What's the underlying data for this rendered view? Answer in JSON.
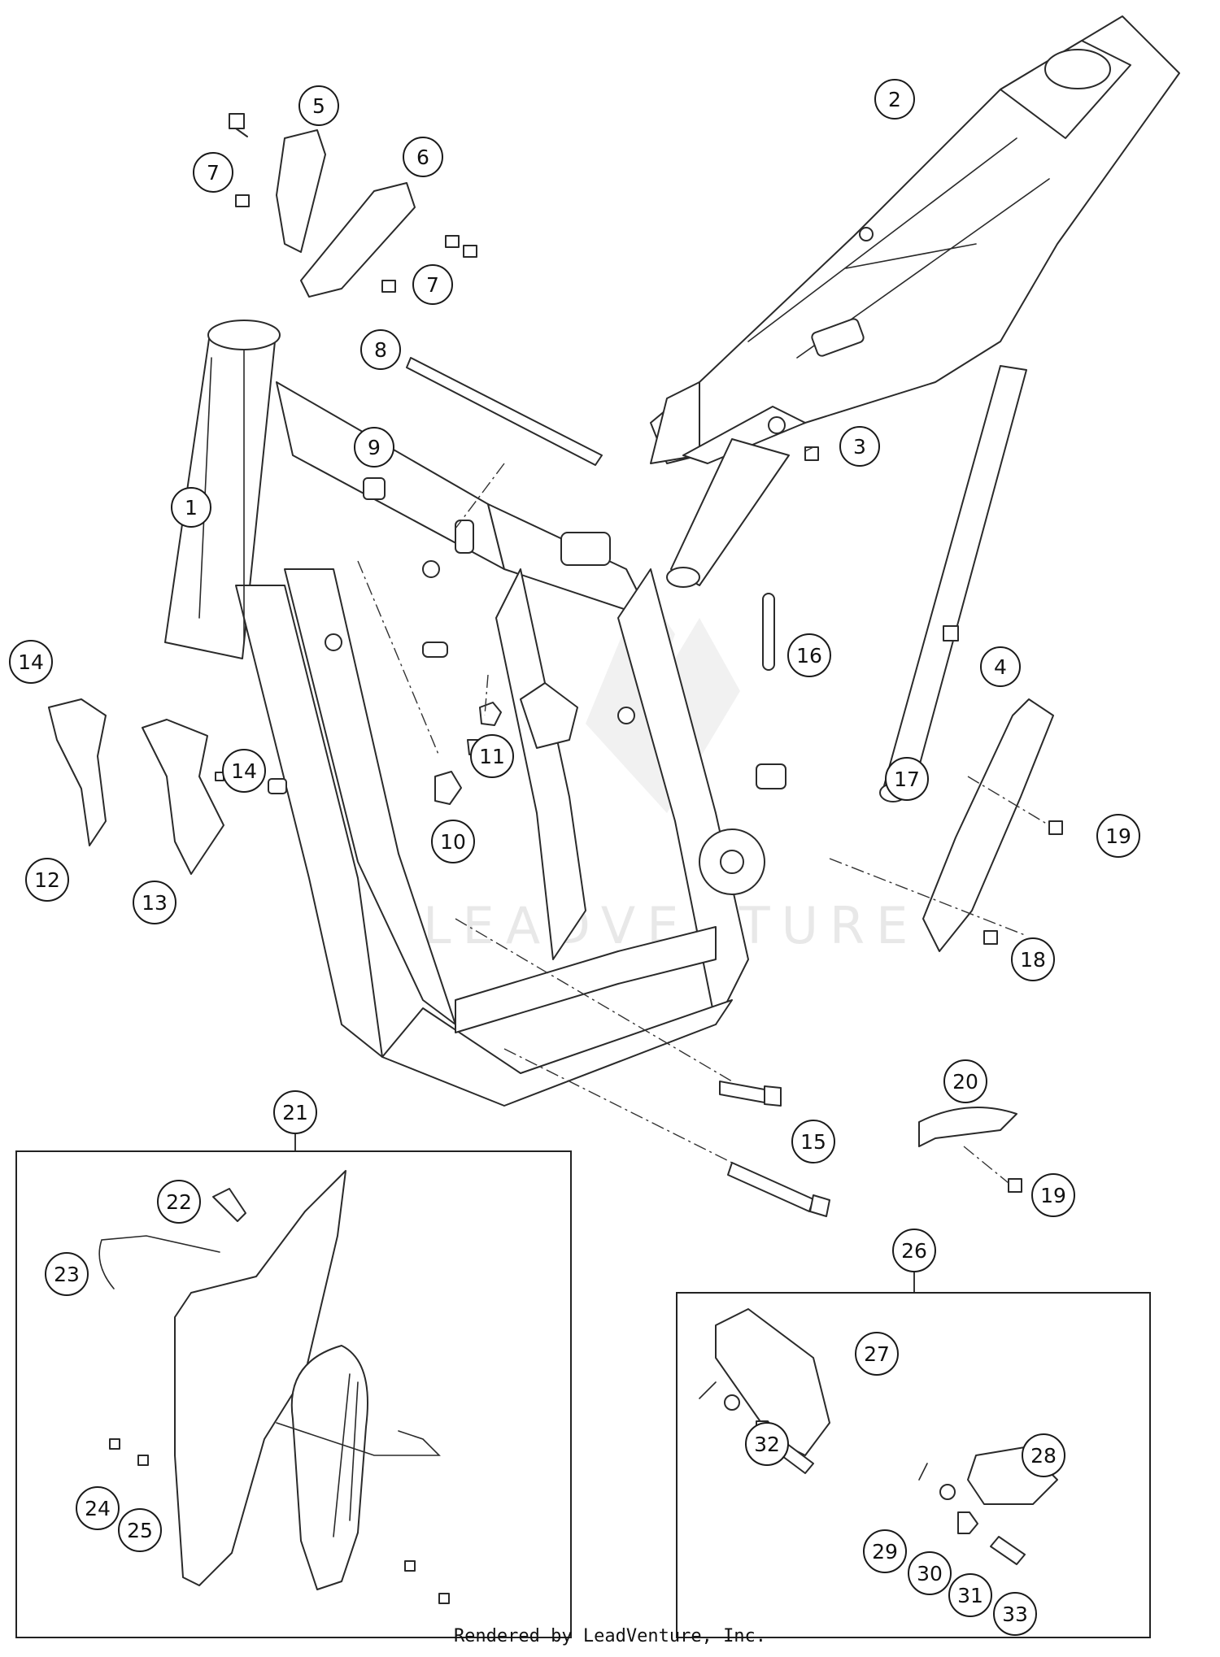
{
  "watermark": "LEADVENTURE",
  "footer": "Rendered by LeadVenture, Inc.",
  "callouts": [
    "1",
    "2",
    "3",
    "4",
    "5",
    "6",
    "7",
    "7",
    "8",
    "9",
    "10",
    "11",
    "12",
    "13",
    "14",
    "14",
    "15",
    "16",
    "17",
    "18",
    "19",
    "19",
    "20",
    "21",
    "22",
    "23",
    "24",
    "25",
    "26",
    "27",
    "28",
    "29",
    "30",
    "31",
    "32",
    "33"
  ]
}
